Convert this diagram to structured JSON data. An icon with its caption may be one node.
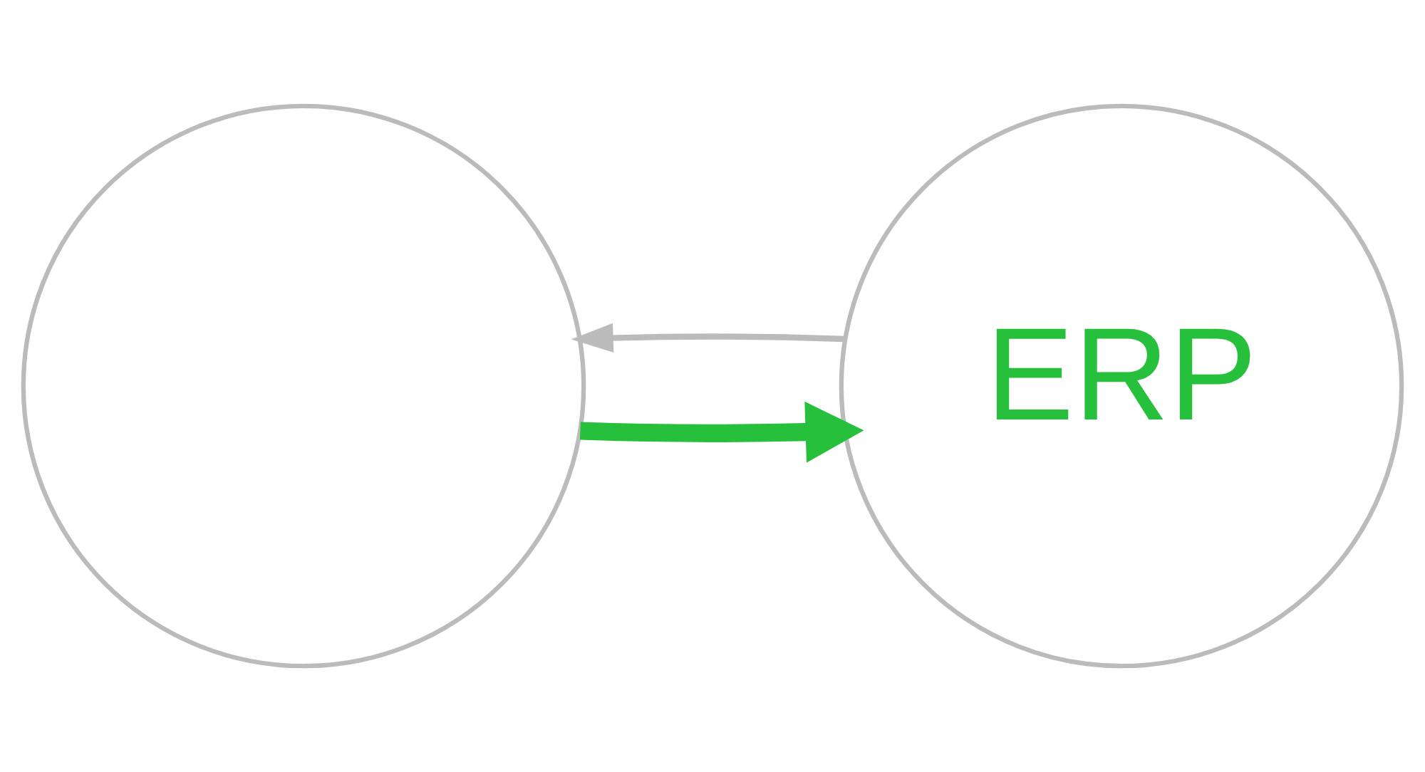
{
  "diagram": {
    "nodes": [
      {
        "text": [],
        "shape": "circle"
      },
      {
        "text": [
          "ERP"
        ]
      }
    ],
    "edges": [
      {
        "from": 0,
        "to": 1,
        "arrow": "to",
        "style": "thick",
        "color": "#27c03c"
      },
      {
        "from": 1,
        "to": 0,
        "arrow": "to",
        "color": "#bbbbbb"
      }
    ]
  }
}
